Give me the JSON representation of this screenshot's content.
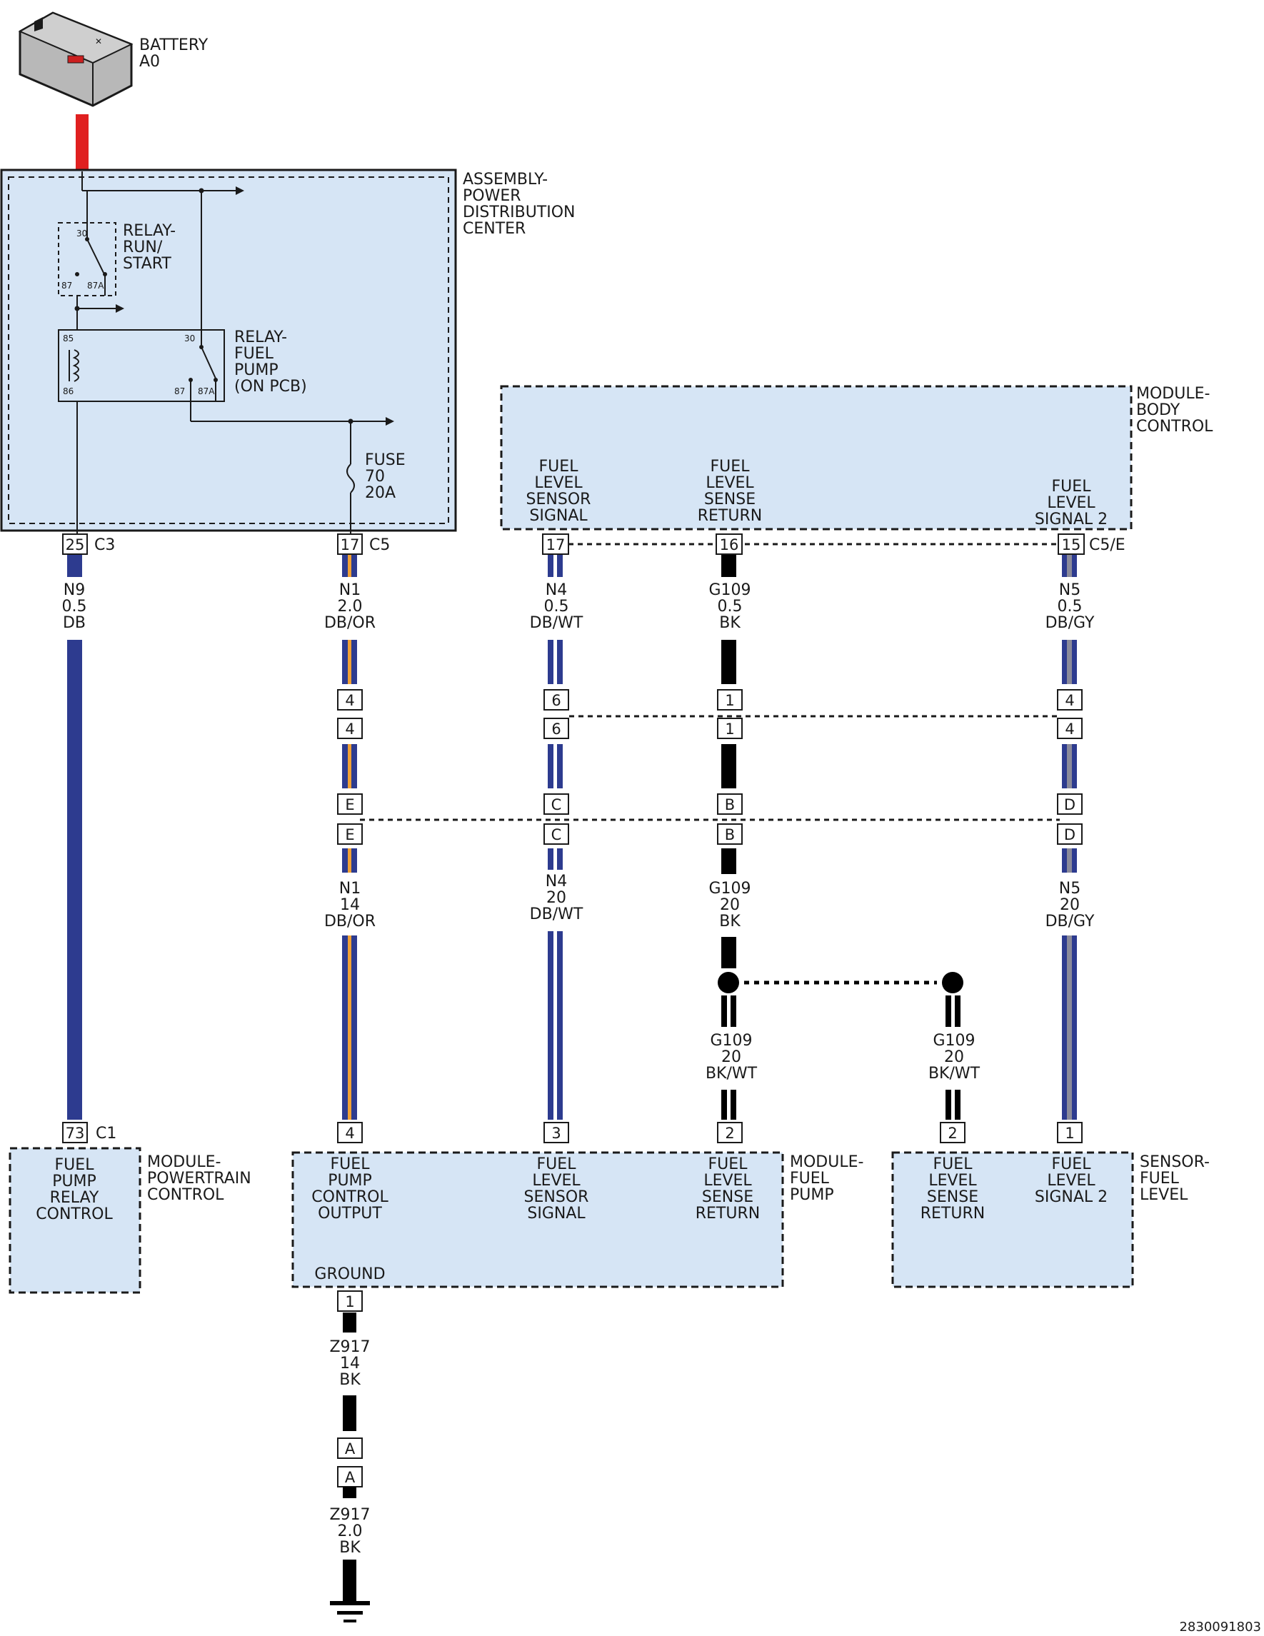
{
  "colors": {
    "module_fill": "#d6e5f5",
    "wire_DB": "#2d3b8f",
    "wire_OR": "#f0a035",
    "wire_GY": "#8a8a9a",
    "wire_WT": "#ffffff",
    "wire_BK": "#000000",
    "battery_cable": "#e02020",
    "battery_body": "#b8b8b8"
  },
  "battery": {
    "name": "BATTERY",
    "code": "A0"
  },
  "pdc": {
    "name": [
      "ASSEMBLY-",
      "POWER",
      "DISTRIBUTION",
      "CENTER"
    ],
    "relay_run": {
      "name": [
        "RELAY-",
        "RUN/",
        "START"
      ],
      "pins": {
        "p30": "30",
        "p87": "87",
        "p87a": "87A"
      }
    },
    "relay_fuel": {
      "name": [
        "RELAY-",
        "FUEL",
        "PUMP",
        "(ON PCB)"
      ],
      "pins": {
        "p85": "85",
        "p86": "86",
        "p30": "30",
        "p87": "87",
        "p87a": "87A"
      }
    },
    "fuse": [
      "FUSE",
      "70",
      "20A"
    ],
    "connectors": [
      {
        "pin": "25",
        "conn": "C3"
      },
      {
        "pin": "17",
        "conn": "C5"
      }
    ]
  },
  "bcm": {
    "name": [
      "MODULE-",
      "BODY",
      "CONTROL"
    ],
    "circuits": [
      [
        "FUEL",
        "LEVEL",
        "SENSOR",
        "SIGNAL"
      ],
      [
        "FUEL",
        "LEVEL",
        "SENSE",
        "RETURN"
      ],
      [
        "FUEL",
        "LEVEL",
        "SIGNAL 2"
      ]
    ],
    "pins": [
      "17",
      "16",
      "15"
    ],
    "conn": "C5/E"
  },
  "wires_upper": [
    [
      "N9",
      "0.5",
      "DB"
    ],
    [
      "N1",
      "2.0",
      "DB/OR"
    ],
    [
      "N4",
      "0.5",
      "DB/WT"
    ],
    [
      "G109",
      "0.5",
      "BK"
    ],
    [
      "N5",
      "0.5",
      "DB/GY"
    ]
  ],
  "inline1": {
    "top": [
      "4",
      "6",
      "1",
      "4"
    ],
    "bottom": [
      "4",
      "6",
      "1",
      "4"
    ]
  },
  "inline2": {
    "top": [
      "E",
      "C",
      "B",
      "D"
    ],
    "bottom": [
      "E",
      "C",
      "B",
      "D"
    ]
  },
  "wires_lower": [
    [
      "N1",
      "14",
      "DB/OR"
    ],
    [
      "N4",
      "20",
      "DB/WT"
    ],
    [
      "G109",
      "20",
      "BK"
    ],
    [
      "N5",
      "20",
      "DB/GY"
    ]
  ],
  "splice_wires": [
    [
      "G109",
      "20",
      "BK/WT"
    ],
    [
      "G109",
      "20",
      "BK/WT"
    ]
  ],
  "pcm": {
    "name": [
      "MODULE-",
      "POWERTRAIN",
      "CONTROL"
    ],
    "circuit": [
      "FUEL",
      "PUMP",
      "RELAY",
      "CONTROL"
    ],
    "pin": "73",
    "conn": "C1"
  },
  "fuel_pump": {
    "name": [
      "MODULE-",
      "FUEL",
      "PUMP"
    ],
    "circuits": [
      [
        "FUEL",
        "PUMP",
        "CONTROL",
        "OUTPUT"
      ],
      [
        "FUEL",
        "LEVEL",
        "SENSOR",
        "SIGNAL"
      ],
      [
        "FUEL",
        "LEVEL",
        "SENSE",
        "RETURN"
      ]
    ],
    "pins": [
      "4",
      "3",
      "2"
    ],
    "ground_label": "GROUND",
    "ground_pin": "1"
  },
  "sensor": {
    "name": [
      "SENSOR-",
      "FUEL",
      "LEVEL"
    ],
    "circuits": [
      [
        "FUEL",
        "LEVEL",
        "SENSE",
        "RETURN"
      ],
      [
        "FUEL",
        "LEVEL",
        "SIGNAL 2"
      ]
    ],
    "pins": [
      "2",
      "1"
    ]
  },
  "ground_wires": [
    [
      "Z917",
      "14",
      "BK"
    ],
    [
      "Z917",
      "2.0",
      "BK"
    ]
  ],
  "ground_conn": {
    "top": "A",
    "bottom": "A"
  },
  "diagram_id": "2830091803"
}
